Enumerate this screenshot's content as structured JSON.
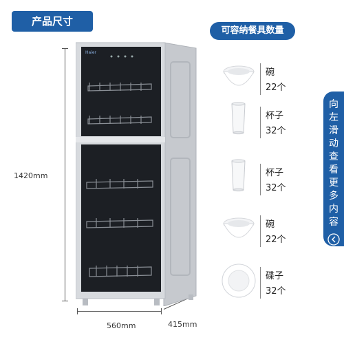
{
  "header": {
    "title": "产品尺寸"
  },
  "capacity": {
    "title": "可容纳餐具数量",
    "items": [
      {
        "name": "碗",
        "count": "22个",
        "icon": "bowl-icon"
      },
      {
        "name": "杯子",
        "count": "32个",
        "icon": "cup-icon"
      },
      {
        "name": "杯子",
        "count": "32个",
        "icon": "cup-icon"
      },
      {
        "name": "碗",
        "count": "22个",
        "icon": "bowl-icon"
      },
      {
        "name": "碟子",
        "count": "32个",
        "icon": "plate-icon"
      }
    ]
  },
  "dimensions": {
    "height": "1420mm",
    "width": "560mm",
    "depth": "415mm"
  },
  "side_tab": {
    "text": "向左滑动查看更多内容",
    "icon": "chevron-left-icon"
  },
  "product": {
    "brand": "Haier"
  },
  "colors": {
    "accent": "#1f5fa6",
    "cabinet_body": "#d4d7dc",
    "glass": "#1c1f24"
  }
}
